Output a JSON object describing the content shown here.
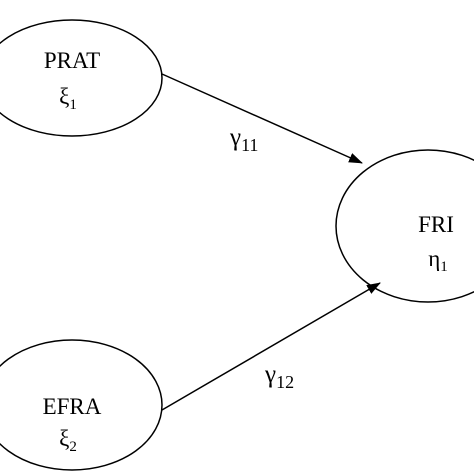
{
  "nodes": {
    "prat": {
      "label": "PRAT",
      "symbol": "ξ",
      "subscript": "1"
    },
    "efra": {
      "label": "EFRA",
      "symbol": "ξ",
      "subscript": "2"
    },
    "fri": {
      "label": "FRI",
      "symbol": "η",
      "subscript": "1"
    }
  },
  "paths": {
    "gamma11": {
      "symbol": "γ",
      "subscript": "11"
    },
    "gamma12": {
      "symbol": "γ",
      "subscript": "12"
    }
  }
}
